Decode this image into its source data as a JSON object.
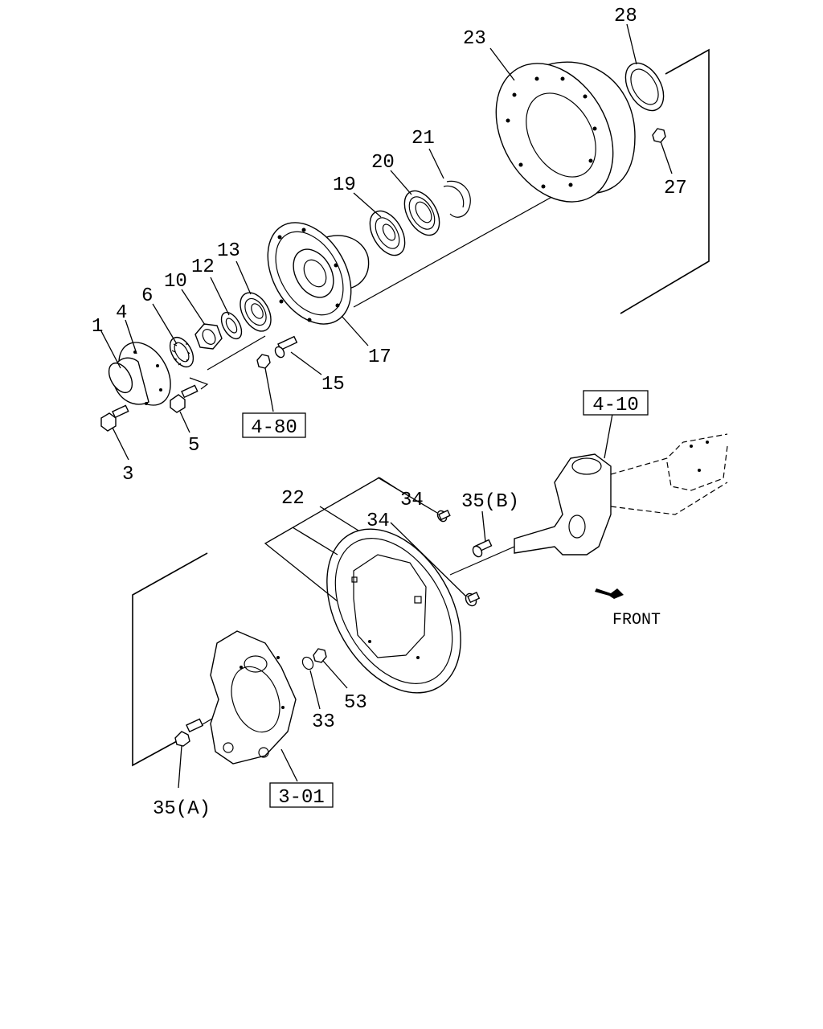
{
  "callouts": {
    "c1": "1",
    "c3": "3",
    "c4": "4",
    "c5": "5",
    "c6": "6",
    "c10": "10",
    "c12": "12",
    "c13": "13",
    "c15": "15",
    "c17": "17",
    "c19": "19",
    "c20": "20",
    "c21": "21",
    "c22": "22",
    "c23": "23",
    "c27": "27",
    "c28": "28",
    "c33": "33",
    "c34a": "34",
    "c34b": "34",
    "c35a": "35(A)",
    "c35b": "35(B)",
    "c53": "53"
  },
  "references": {
    "r480": "4-80",
    "r410": "4-10",
    "r301": "3-01"
  },
  "direction": {
    "front_label": "FRONT"
  }
}
